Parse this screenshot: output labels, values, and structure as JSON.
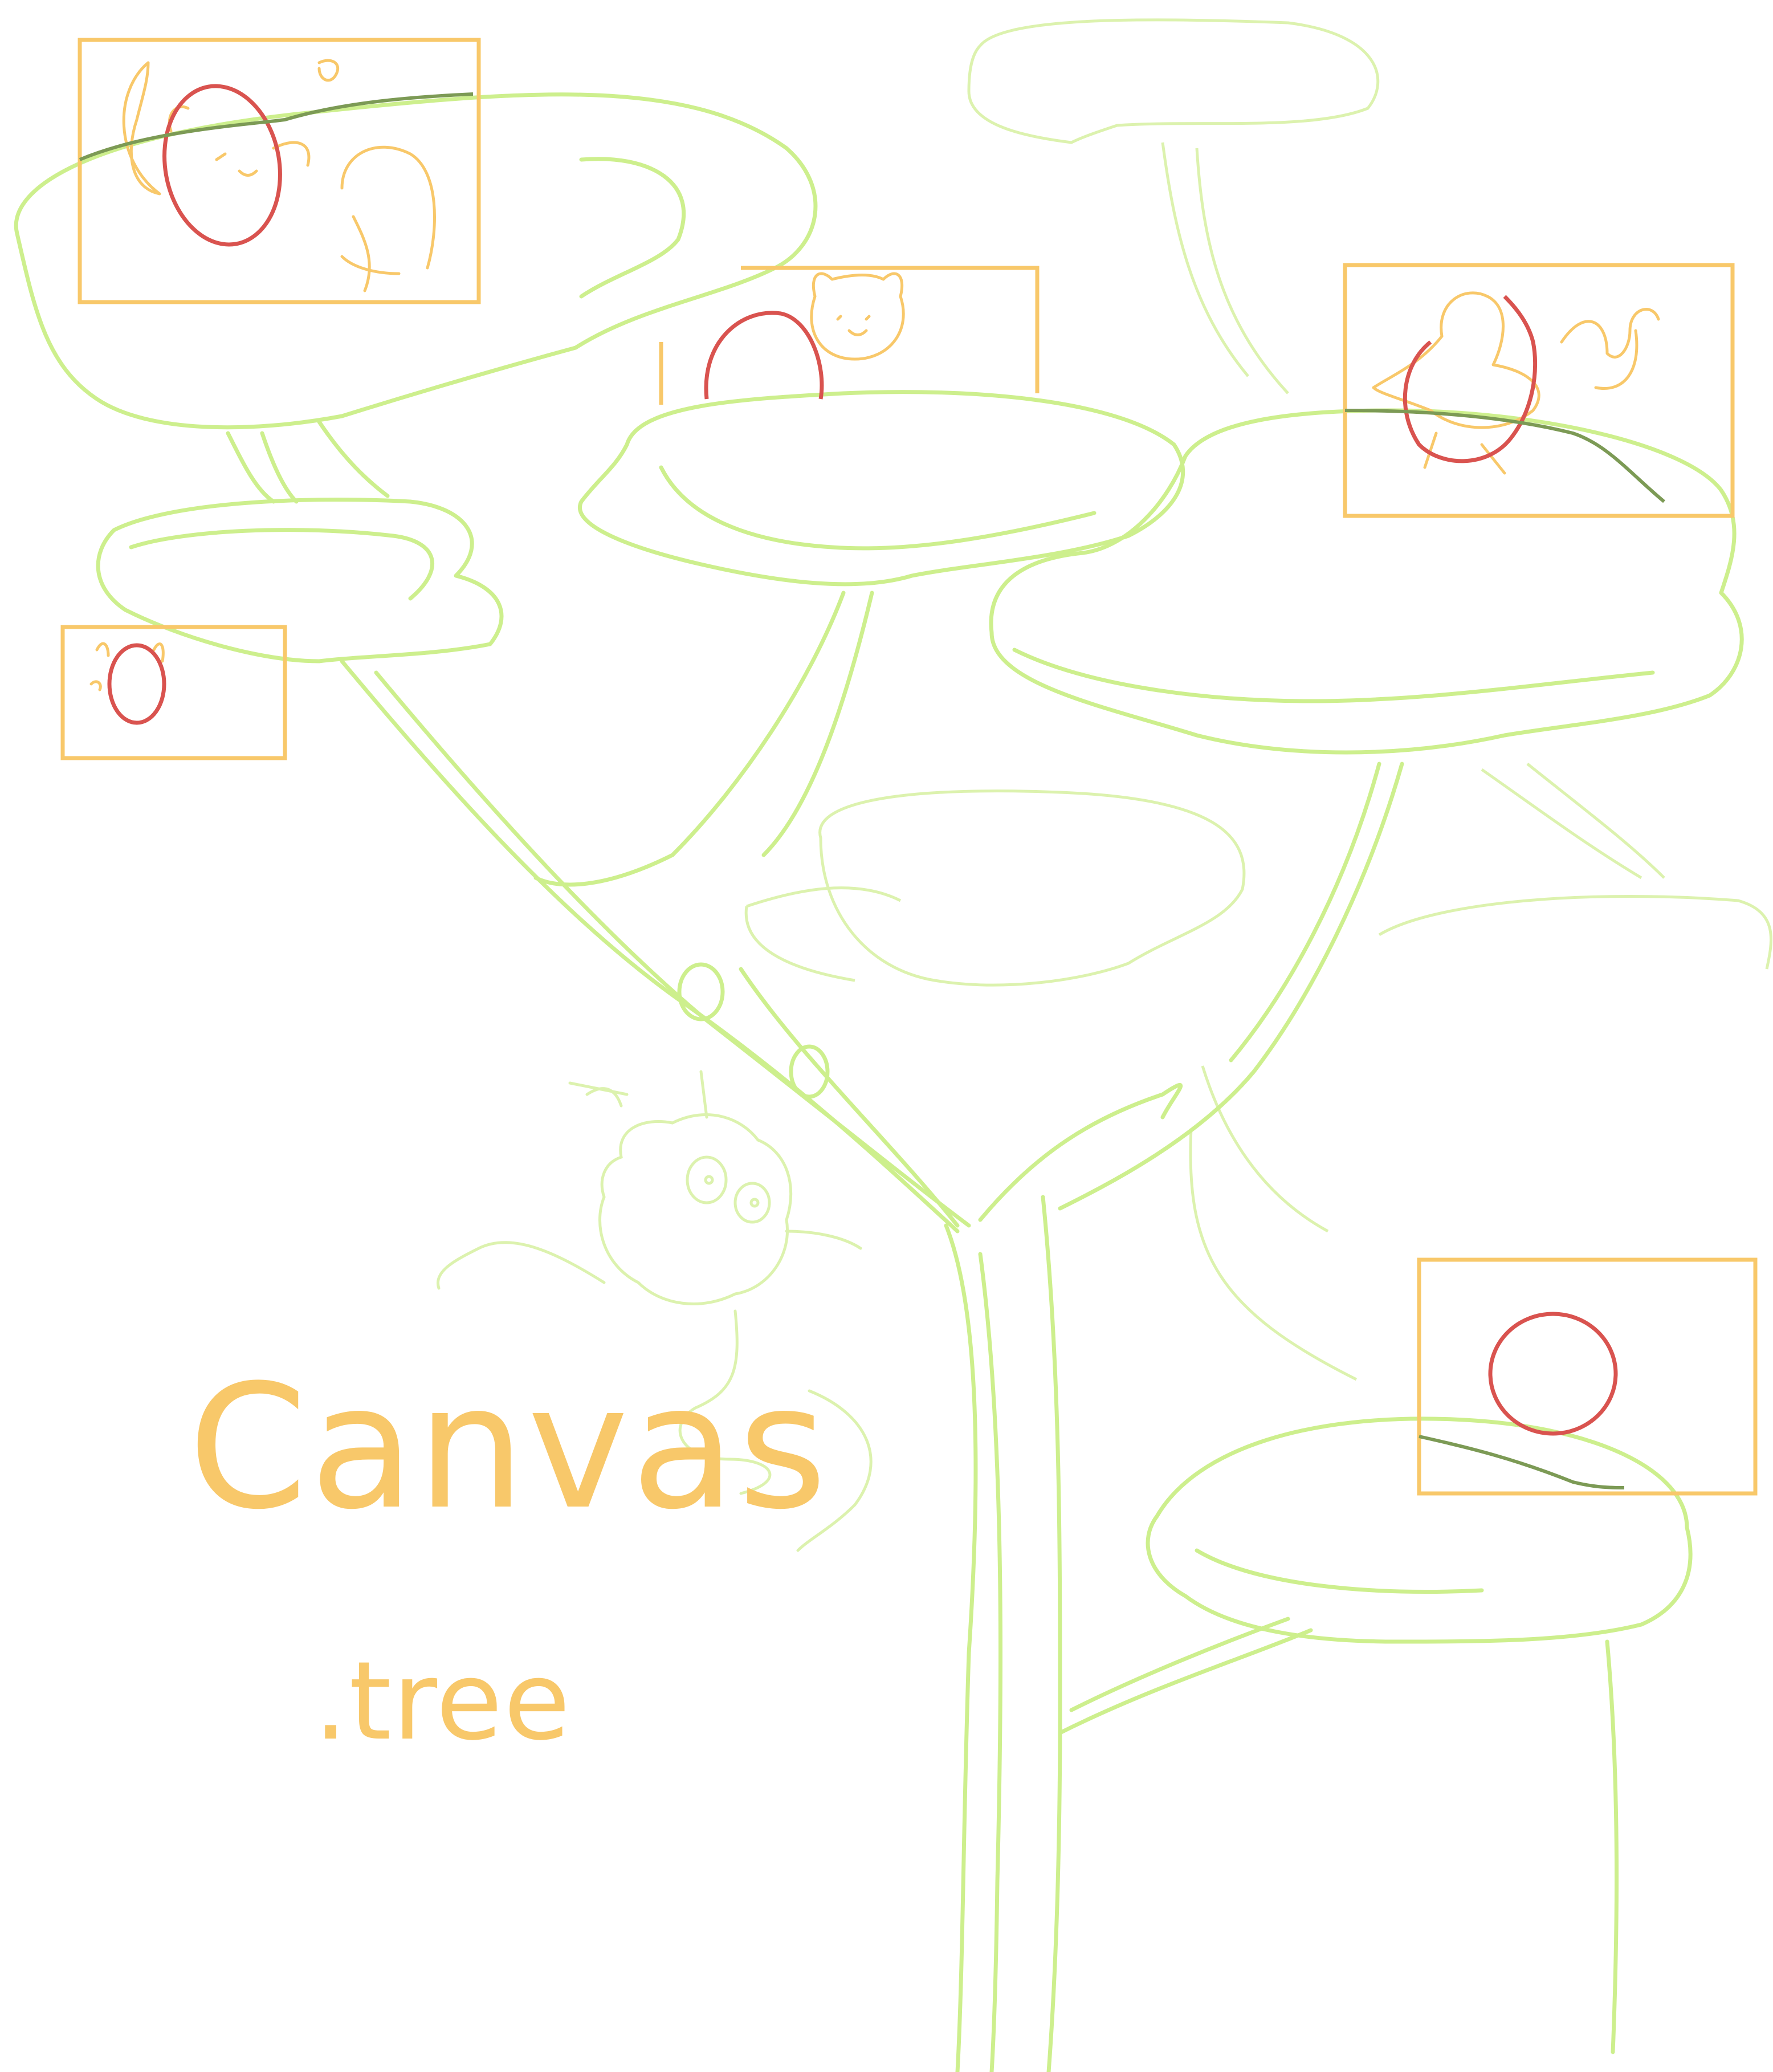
{
  "title": "Canvas",
  "subtitle": ".tree",
  "colors": {
    "branch": "#cdef8d",
    "branch_faint": "#dcf2ae",
    "frame": "#f8c86a",
    "egg": "#d9534f",
    "vine": "#7c9a55",
    "text": "#f8c86a"
  },
  "icons": {
    "creature": "fuzzy-creature-icon",
    "frames": [
      "fox-moon-frame",
      "cat-frame",
      "small-fox-frame",
      "bird-camel-frame",
      "egg-frame"
    ]
  }
}
